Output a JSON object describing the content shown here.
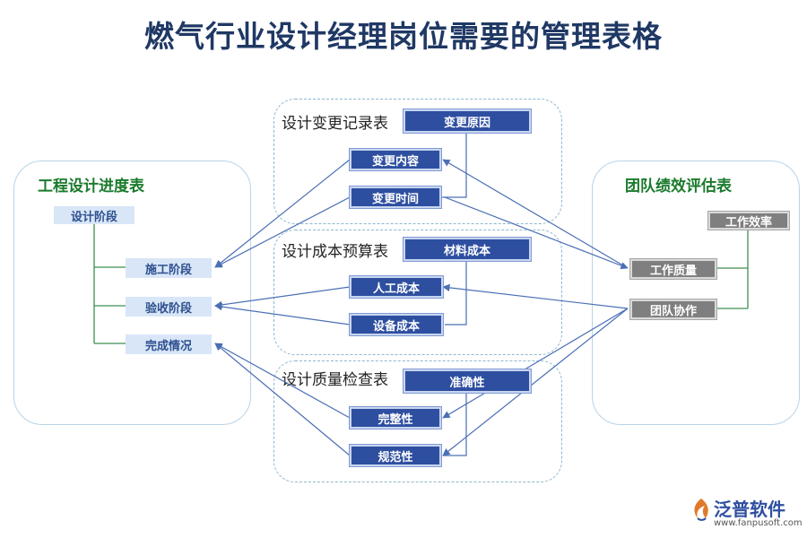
{
  "title": "燃气行业设计经理岗位需要的管理表格",
  "panels": {
    "left": {
      "title": "工程设计进度表",
      "root": "设计阶段",
      "items": [
        "施工阶段",
        "验收阶段",
        "完成情况"
      ]
    },
    "right": {
      "title": "团队绩效评估表",
      "root": "工作效率",
      "items": [
        "工作质量",
        "团队协作"
      ]
    },
    "sections": [
      {
        "title": "设计变更记录表",
        "head": "变更原因",
        "items": [
          "变更内容",
          "变更时间"
        ]
      },
      {
        "title": "设计成本预算表",
        "head": "材料成本",
        "items": [
          "人工成本",
          "设备成本"
        ]
      },
      {
        "title": "设计质量检查表",
        "head": "准确性",
        "items": [
          "完整性",
          "规范性"
        ]
      }
    ]
  },
  "logo": {
    "name": "泛普软件",
    "url": "www.fanpusoft.com"
  },
  "colors": {
    "title": "#1f3864",
    "panelTitle": "#1a7a2c",
    "blueNode": "#2e4fa0",
    "grayNode": "#7f7f7f",
    "lightNode": "#d8e6f7",
    "connector": "#4a6fb5"
  }
}
